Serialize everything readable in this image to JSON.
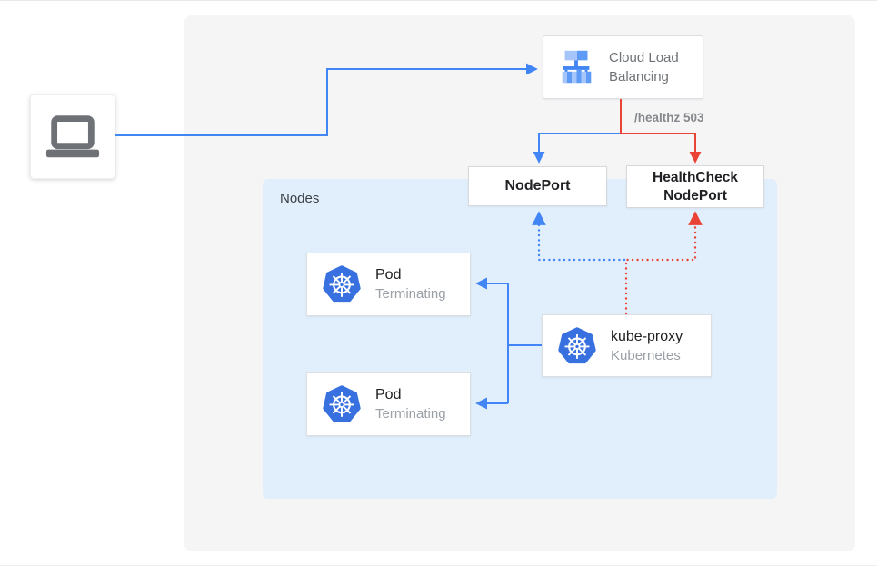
{
  "colors": {
    "blue": "#4285f4",
    "red": "#ea4335",
    "panel_bg": "#f5f5f6",
    "nodes_bg": "#e1eefb",
    "text_dark": "#202124",
    "text_gray": "#6f7377",
    "text_light_gray": "#9aa0a6",
    "k8s_blue": "#3870e0",
    "icon_light_blue": "#a6c5fa",
    "icon_mid_blue": "#5d9bf7",
    "laptop_gray": "#6e7276"
  },
  "nodes_panel": {
    "label": "Nodes"
  },
  "client": {
    "icon": "laptop-icon"
  },
  "cloud_load_balancing": {
    "icon": "cloud-load-balancing-icon",
    "label_line1": "Cloud Load",
    "label_line2": "Balancing"
  },
  "edge_label": {
    "healthz": "/healthz 503"
  },
  "nodeport": {
    "label": "NodePort"
  },
  "healthcheck_nodeport": {
    "label_line1": "HealthCheck",
    "label_line2": "NodePort"
  },
  "pods": [
    {
      "icon": "kubernetes-icon",
      "title": "Pod",
      "subtitle": "Terminating"
    },
    {
      "icon": "kubernetes-icon",
      "title": "Pod",
      "subtitle": "Terminating"
    }
  ],
  "kube_proxy": {
    "icon": "kubernetes-icon",
    "title": "kube-proxy",
    "subtitle": "Kubernetes"
  }
}
